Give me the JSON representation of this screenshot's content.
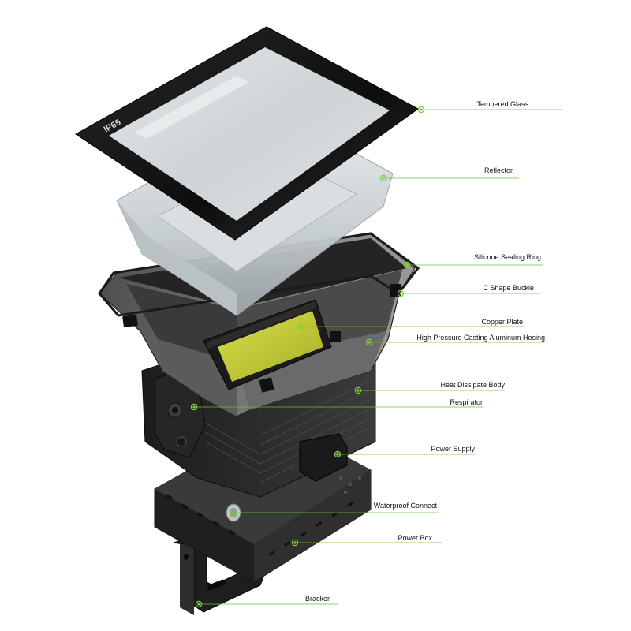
{
  "product": {
    "glass_marking": "IP65"
  },
  "callouts": [
    {
      "id": "tempered-glass",
      "label": "Tempered Glass"
    },
    {
      "id": "reflector",
      "label": "Reflector"
    },
    {
      "id": "silicone-sealing-ring",
      "label": "Silicone Sealing Ring"
    },
    {
      "id": "c-shape-buckle",
      "label": "C Shape Buckle"
    },
    {
      "id": "copper-plate",
      "label": "Copper Plate"
    },
    {
      "id": "housing",
      "label": "High Pressure Casting Aluminum Hosing"
    },
    {
      "id": "heat-dissipate-body",
      "label": "Heat Dissipate Body"
    },
    {
      "id": "respirator",
      "label": "Respirator"
    },
    {
      "id": "power-supply",
      "label": "Power Supply"
    },
    {
      "id": "waterproof-connect",
      "label": "Waterproof  Connect"
    },
    {
      "id": "power-box",
      "label": "Power Box"
    },
    {
      "id": "bracker",
      "label": "Bracker"
    }
  ],
  "colors": {
    "leader": "#6cbf2f",
    "dot": "#7ccf3a",
    "body": "#6e6e6e",
    "dark": "#1a1a1a",
    "copper_plate": "#c9cf3e"
  }
}
